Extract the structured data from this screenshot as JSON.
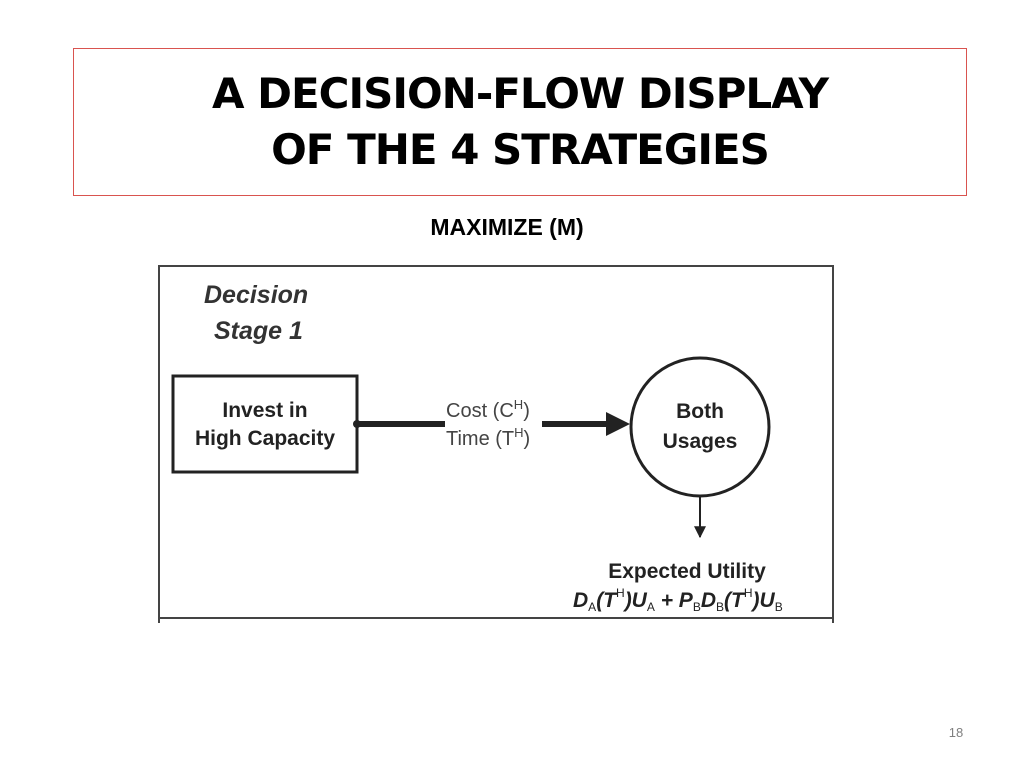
{
  "title": {
    "line1": "A DECISION-FLOW DISPLAY",
    "line2": "OF THE 4 STRATEGIES"
  },
  "subtitle": "MAXIMIZE (M)",
  "diagram": {
    "stage_label_line1": "Decision",
    "stage_label_line2": "Stage 1",
    "invest_node": {
      "line1": "Invest in",
      "line2": "High Capacity"
    },
    "edge": {
      "cost_text": "Cost (C",
      "cost_sup": "H",
      "cost_close": ")",
      "time_text": "Time (T",
      "time_sup": "H",
      "time_close": ")"
    },
    "outcome_node": {
      "line1": "Both",
      "line2": "Usages"
    },
    "utility": {
      "label": "Expected Utility",
      "formula": {
        "t1": "D",
        "s1": "A",
        "t2": "(T",
        "sup1": "H",
        "t3": ")U",
        "s2": "A",
        "t4": " + P",
        "s3": "B",
        "t5": "D",
        "s4": "B",
        "t6": "(T",
        "sup2": "H",
        "t7": ")U",
        "s5": "B"
      }
    }
  },
  "page_number": "18",
  "colors": {
    "title_border": "#d9534f",
    "diagram_ink": "#222222",
    "page_number": "#7f7f7f"
  }
}
